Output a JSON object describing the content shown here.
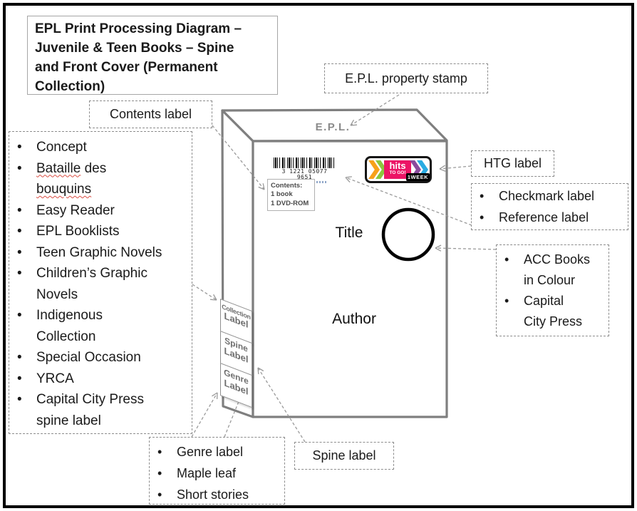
{
  "title": "EPL Print Processing Diagram –\nJuvenile & Teen Books – Spine\nand Front Cover (Permanent\nCollection)",
  "callouts": {
    "contents": "Contents label",
    "property_stamp": "E.P.L. property stamp",
    "htg": "HTG label",
    "spine": "Spine label",
    "checkmark_list": [
      "Checkmark label",
      "Reference label"
    ],
    "acc_list": [
      "ACC Books\nin Colour",
      "Capital\nCity Press"
    ],
    "genre_list": [
      "Genre label",
      "Maple leaf",
      "Short stories"
    ]
  },
  "collections_list": {
    "items": [
      "Concept",
      {
        "word1": "Bataille",
        "mid": " des",
        "word2": "bouquins"
      },
      "Easy Reader",
      "EPL Booklists",
      "Teen Graphic Novels",
      "Children’s Graphic\nNovels",
      "Indigenous\nCollection",
      "Special Occasion",
      "YRCA",
      "Capital City Press\nspine label"
    ]
  },
  "book": {
    "top_stamp": "E.P.L.",
    "barcode_number": "3 1221 05077 9651",
    "contents_sticker": {
      "line1": "Contents:",
      "line2": "1 book",
      "line3": "1 DVD-ROM"
    },
    "cover_title": "Title",
    "cover_author": "Author",
    "spine_labels": [
      {
        "l1": "Collection",
        "l2": "Label"
      },
      {
        "l1": "Spine",
        "l2": "Label"
      },
      {
        "l1": "Genre",
        "l2": "Label"
      }
    ],
    "htg_sticker": {
      "hits": "hits",
      "togo": "TO GO!",
      "week": "1WEEK"
    }
  },
  "colors": {
    "htg_orange": "#F7A11A",
    "htg_green": "#8CC63E",
    "htg_pink": "#EC1566",
    "htg_purple": "#8A4B9D",
    "htg_blue": "#29ABE2",
    "arrow_gray": "#9a9a9a",
    "misspell_red": "#d94c42"
  }
}
